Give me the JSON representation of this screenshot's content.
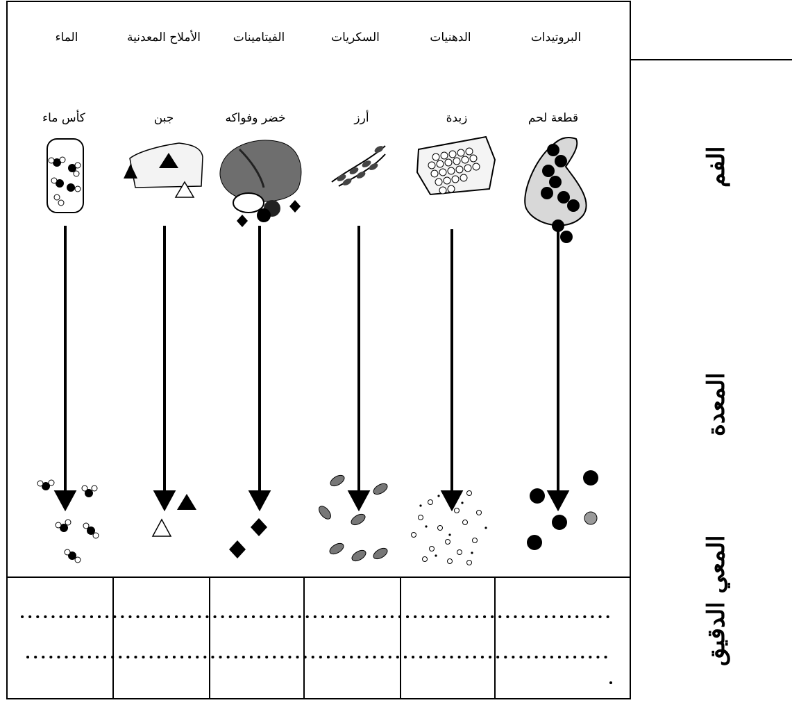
{
  "organs": {
    "mouth": "الفم",
    "stomach": "المعدة",
    "small_intestine": "المعي الدقيق"
  },
  "columns": [
    {
      "nutrient": "البروتيدات",
      "food": "قطعة لحم",
      "food_icon": "meat-icon"
    },
    {
      "nutrient": "الدهنيات",
      "food": "زبدة",
      "food_icon": "butter-icon"
    },
    {
      "nutrient": "السكريات",
      "food": "أرز",
      "food_icon": "rice-icon"
    },
    {
      "nutrient": "الفيتامينات",
      "food": "خضر وفواكه",
      "food_icon": "vegetables-fruits-icon"
    },
    {
      "nutrient": "الأملاح المعدنية",
      "food": "جبن",
      "food_icon": "cheese-icon"
    },
    {
      "nutrient": "الماء",
      "food": "كأس ماء",
      "food_icon": "water-glass-icon"
    }
  ]
}
